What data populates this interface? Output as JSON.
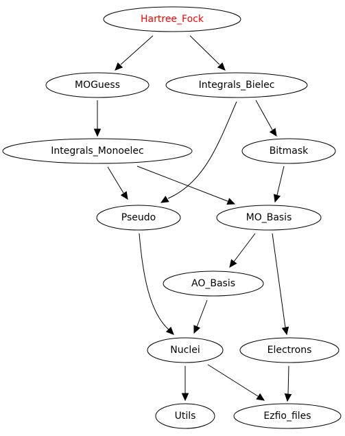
{
  "graph": {
    "nodes": [
      {
        "id": "hartree_fock",
        "label": "Hartree_Fock",
        "color": "#ff0000"
      },
      {
        "id": "moguess",
        "label": "MOGuess",
        "color": "#000000"
      },
      {
        "id": "integrals_bielec",
        "label": "Integrals_Bielec",
        "color": "#000000"
      },
      {
        "id": "integrals_monoelec",
        "label": "Integrals_Monoelec",
        "color": "#000000"
      },
      {
        "id": "bitmask",
        "label": "Bitmask",
        "color": "#000000"
      },
      {
        "id": "pseudo",
        "label": "Pseudo",
        "color": "#000000"
      },
      {
        "id": "mo_basis",
        "label": "MO_Basis",
        "color": "#000000"
      },
      {
        "id": "ao_basis",
        "label": "AO_Basis",
        "color": "#000000"
      },
      {
        "id": "nuclei",
        "label": "Nuclei",
        "color": "#000000"
      },
      {
        "id": "electrons",
        "label": "Electrons",
        "color": "#000000"
      },
      {
        "id": "utils",
        "label": "Utils",
        "color": "#000000"
      },
      {
        "id": "ezfio_files",
        "label": "Ezfio_files",
        "color": "#000000"
      }
    ],
    "edges": [
      {
        "from": "hartree_fock",
        "to": "moguess"
      },
      {
        "from": "hartree_fock",
        "to": "integrals_bielec"
      },
      {
        "from": "moguess",
        "to": "integrals_monoelec"
      },
      {
        "from": "integrals_bielec",
        "to": "pseudo"
      },
      {
        "from": "integrals_bielec",
        "to": "bitmask"
      },
      {
        "from": "integrals_monoelec",
        "to": "pseudo"
      },
      {
        "from": "integrals_monoelec",
        "to": "mo_basis"
      },
      {
        "from": "bitmask",
        "to": "mo_basis"
      },
      {
        "from": "pseudo",
        "to": "nuclei"
      },
      {
        "from": "mo_basis",
        "to": "ao_basis"
      },
      {
        "from": "mo_basis",
        "to": "electrons"
      },
      {
        "from": "ao_basis",
        "to": "nuclei"
      },
      {
        "from": "nuclei",
        "to": "utils"
      },
      {
        "from": "nuclei",
        "to": "ezfio_files"
      },
      {
        "from": "electrons",
        "to": "ezfio_files"
      }
    ]
  }
}
